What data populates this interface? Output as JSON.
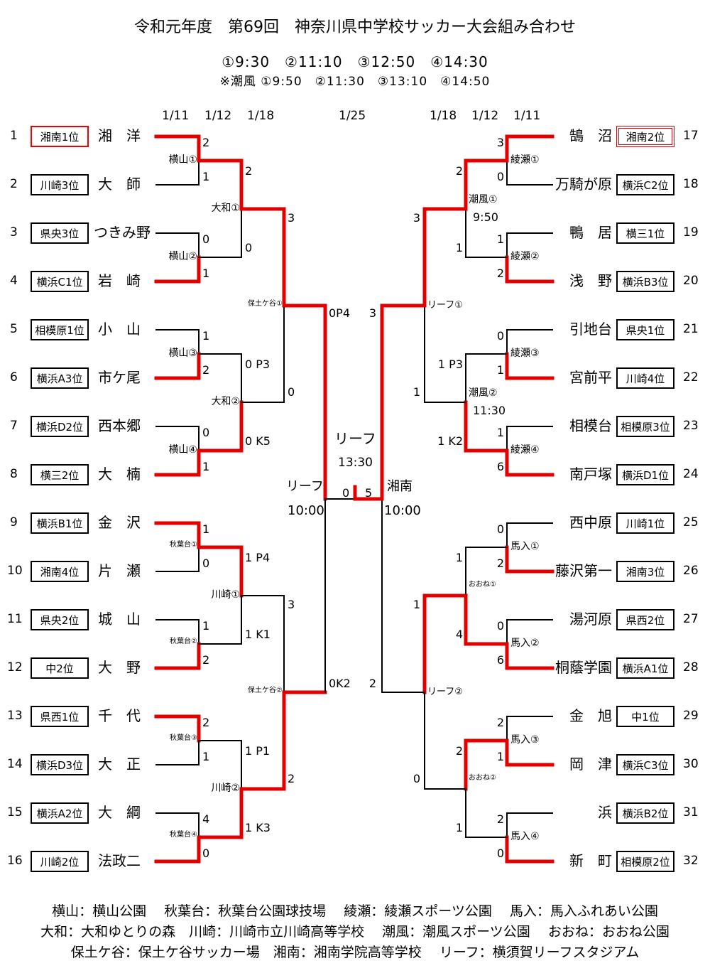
{
  "title": "令和元年度　第69回　神奈川県中学校サッカー大会組み合わせ",
  "times": "①9:30　②11:10　③12:50　④14:30",
  "times2": "※潮風 ①9:50　②11:30　③13:10　④14:50",
  "dates_left": [
    "1/11",
    "1/12",
    "1/18"
  ],
  "date_center": "1/25",
  "dates_right": [
    "1/18",
    "1/12",
    "1/11"
  ],
  "left_teams": [
    {
      "no": "1",
      "seed": "湘南1位",
      "name": "湘　洋"
    },
    {
      "no": "2",
      "seed": "川崎3位",
      "name": "大　師"
    },
    {
      "no": "3",
      "seed": "県央3位",
      "name": "つきみ野"
    },
    {
      "no": "4",
      "seed": "横浜C1位",
      "name": "岩　崎"
    },
    {
      "no": "5",
      "seed": "相模原1位",
      "name": "小　山"
    },
    {
      "no": "6",
      "seed": "横浜A3位",
      "name": "市ケ尾"
    },
    {
      "no": "7",
      "seed": "横浜D2位",
      "name": "西本郷"
    },
    {
      "no": "8",
      "seed": "横三2位",
      "name": "大　楠"
    },
    {
      "no": "9",
      "seed": "横浜B1位",
      "name": "金　沢"
    },
    {
      "no": "10",
      "seed": "湘南4位",
      "name": "片　瀬"
    },
    {
      "no": "11",
      "seed": "県央2位",
      "name": "城　山"
    },
    {
      "no": "12",
      "seed": "中2位",
      "name": "大　野"
    },
    {
      "no": "13",
      "seed": "県西1位",
      "name": "千　代"
    },
    {
      "no": "14",
      "seed": "横浜D3位",
      "name": "大　正"
    },
    {
      "no": "15",
      "seed": "横浜A2位",
      "name": "大　綱"
    },
    {
      "no": "16",
      "seed": "川崎2位",
      "name": "法政二"
    }
  ],
  "right_teams": [
    {
      "no": "17",
      "seed": "湘南2位",
      "name": "鵠　沼"
    },
    {
      "no": "18",
      "seed": "横浜C2位",
      "name": "万騎が原"
    },
    {
      "no": "19",
      "seed": "横三1位",
      "name": "鴨　居"
    },
    {
      "no": "20",
      "seed": "横浜B3位",
      "name": "浅　野"
    },
    {
      "no": "21",
      "seed": "県央1位",
      "name": "引地台"
    },
    {
      "no": "22",
      "seed": "川崎4位",
      "name": "宮前平"
    },
    {
      "no": "23",
      "seed": "相模原3位",
      "name": "相模台"
    },
    {
      "no": "24",
      "seed": "横浜D1位",
      "name": "南戸塚"
    },
    {
      "no": "25",
      "seed": "川崎1位",
      "name": "西中原"
    },
    {
      "no": "26",
      "seed": "湘南3位",
      "name": "藤沢第一"
    },
    {
      "no": "27",
      "seed": "県西2位",
      "name": "湯河原"
    },
    {
      "no": "28",
      "seed": "横浜A1位",
      "name": "桐蔭学園"
    },
    {
      "no": "29",
      "seed": "中1位",
      "name": "金　旭"
    },
    {
      "no": "30",
      "seed": "横浜C3位",
      "name": "岡　津"
    },
    {
      "no": "31",
      "seed": "横浜B2位",
      "name": "浜"
    },
    {
      "no": "32",
      "seed": "相模原2位",
      "name": "新　町"
    }
  ],
  "r1_left_scores": [
    "2",
    "1",
    "0",
    "1",
    "1",
    "2",
    "0",
    "1",
    "1",
    "0",
    "1",
    "2",
    "2",
    "1",
    "4",
    "0"
  ],
  "r1_right_scores": [
    "3",
    "0",
    "1",
    "2",
    "0",
    "1",
    "1",
    "6",
    "0",
    "2",
    "0",
    "6",
    "2",
    "1",
    "2",
    "0"
  ],
  "r1_left_venues": [
    "横山①",
    "横山②",
    "横山③",
    "横山④",
    "秋葉台①",
    "秋葉台②",
    "秋葉台③",
    "秋葉台④"
  ],
  "r1_right_venues": [
    "綾瀬①",
    "綾瀬②",
    "綾瀬③",
    "綾瀬④",
    "馬入①",
    "馬入②",
    "馬入③",
    "馬入④"
  ],
  "r2_left_scores": [
    "2",
    "0",
    "0 P3",
    "0 K5",
    "1 P4",
    "1 K1",
    "1 P1",
    "1 K3"
  ],
  "r2_right_scores": [
    "2",
    "1",
    "1 P3",
    "1 K2",
    "1",
    "4",
    "2",
    "1"
  ],
  "r2_left_venues": [
    "大和①",
    "大和②",
    "川崎①",
    "川崎②"
  ],
  "r2_right_venues": [
    "潮風①",
    "潮風②",
    "おおね①",
    "おおね②"
  ],
  "r2_right_times": [
    "9:50",
    "11:30"
  ],
  "r3_left_scores": [
    "3",
    "0",
    "3",
    "2"
  ],
  "r3_right_scores": [
    "3",
    "1",
    "1",
    "0"
  ],
  "r3_left_venues": [
    "保土ケ谷①",
    "保土ケ谷②"
  ],
  "r3_right_venues": [
    "リーフ①",
    "リーフ②"
  ],
  "r4_left_scores": [
    "0P4",
    "0K2"
  ],
  "r4_right_scores": [
    "3",
    "2"
  ],
  "semi_left": {
    "venue": "リーフ",
    "time": "10:00"
  },
  "semi_right": {
    "venue": "湘南",
    "time": "10:00"
  },
  "final": {
    "venue": "リーフ",
    "time": "13:30",
    "score_left": "0",
    "score_right": "5"
  },
  "legend_lines": [
    "横山：横山公園　 秋葉台：秋葉台公園球技場　 綾瀬：綾瀬スポーツ公園　 馬入：馬入ふれあい公園",
    "大和：大和ゆとりの森　川崎：川崎市立川崎高等学校　 潮風：潮風スポーツ公園　 おおね：おおね公園",
    "保土ケ谷：保土ケ谷サッカー場　湘南：湘南学院高等学校　 リーフ：横須賀リーフスタジアム"
  ],
  "colors": {
    "win": "#e00000",
    "line": "#000000"
  }
}
